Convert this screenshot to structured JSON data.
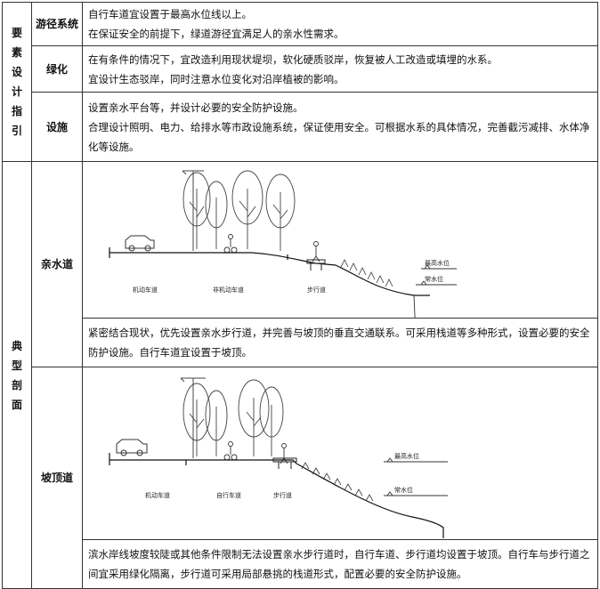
{
  "categories": {
    "design_guide": [
      "要",
      "素",
      "设",
      "计",
      "指",
      "引"
    ],
    "typical_section": [
      "典",
      "型",
      "剖",
      "面"
    ]
  },
  "rows": [
    {
      "item": "游径系统",
      "lines": [
        "自行车道宜设置于最高水位线以上。",
        "在保证安全的前提下，绿道游径宜满足人的亲水性需求。"
      ]
    },
    {
      "item": "绿化",
      "lines": [
        "在有条件的情况下，宜改造利用现状堤坝，软化硬质驳岸，恢复被人工改造或填埋的水系。",
        "宜设计生态驳岸，同时注意水位变化对沿岸植被的影响。"
      ]
    },
    {
      "item": "设施",
      "lines": [
        "设置亲水平台等，并设计必要的安全防护设施。",
        "合理设计照明、电力、给排水等市政设施系统，保证使用安全。可根据水系的具体情况，完善截污减排、水体净化等设施。"
      ]
    }
  ],
  "sections": [
    {
      "item": "亲水道",
      "labels": {
        "lane1": "机动车道",
        "lane2": "非机动车道",
        "lane3": "步行道",
        "water_high": "最高水位",
        "water_normal": "常水位"
      },
      "text": "紧密结合现状，优先设置亲水步行道，并完善与坡顶的垂直交通联系。可采用栈道等多种形式，设置必要的安全防护设施。自行车道宜设置于坡顶。"
    },
    {
      "item": "坡顶道",
      "labels": {
        "lane1": "机动车道",
        "lane2": "自行车道",
        "lane3": "步行道",
        "water_high": "最高水位",
        "water_normal": "常水位"
      },
      "text": "滨水岸线坡度较陡或其他条件限制无法设置亲水步行道时，自行车道、步行道均设置于坡顶。自行车与步行道之间宜采用绿化隔离，步行道可采用局部悬挑的栈道形式，配置必要的安全防护设施。"
    }
  ]
}
